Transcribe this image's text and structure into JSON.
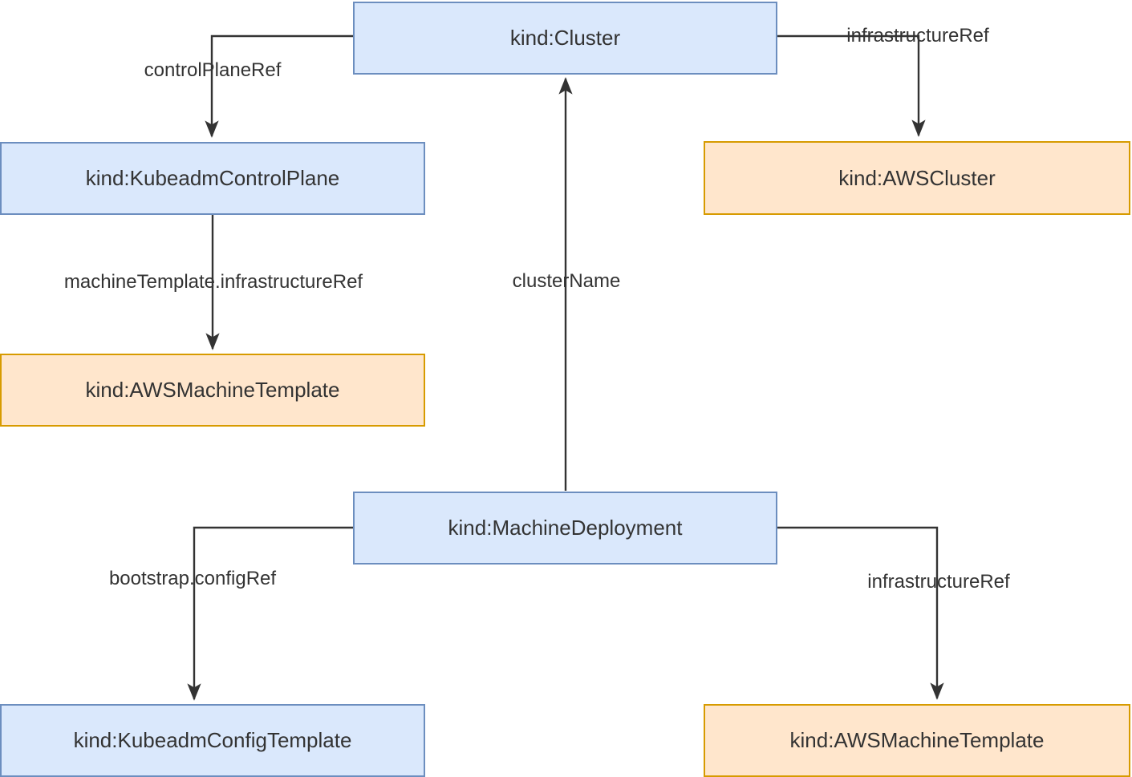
{
  "diagram": {
    "title": "Cluster API resource relationships",
    "background": "#ffffff",
    "palette": {
      "blue_fill": "#dae8fc",
      "blue_stroke": "#6c8ebf",
      "orange_fill": "#ffe6cc",
      "orange_stroke": "#d79b00",
      "edge_stroke": "#333333",
      "text": "#333333"
    },
    "nodes": [
      {
        "id": "cluster",
        "label": "kind:Cluster",
        "color": "blue"
      },
      {
        "id": "kubeadm-control-plane",
        "label": "kind:KubeadmControlPlane",
        "color": "blue"
      },
      {
        "id": "aws-cluster",
        "label": "kind:AWSCluster",
        "color": "orange"
      },
      {
        "id": "aws-machine-template-cp",
        "label": "kind:AWSMachineTemplate",
        "color": "orange"
      },
      {
        "id": "machine-deployment",
        "label": "kind:MachineDeployment",
        "color": "blue"
      },
      {
        "id": "kubeadm-config-template",
        "label": "kind:KubeadmConfigTemplate",
        "color": "blue"
      },
      {
        "id": "aws-machine-template-md",
        "label": "kind:AWSMachineTemplate",
        "color": "orange"
      }
    ],
    "edges": [
      {
        "id": "e-control-plane-ref",
        "from": "cluster",
        "to": "kubeadm-control-plane",
        "label": "controlPlaneRef"
      },
      {
        "id": "e-infrastructure-ref",
        "from": "cluster",
        "to": "aws-cluster",
        "label": "infrastructureRef"
      },
      {
        "id": "e-machine-template",
        "from": "kubeadm-control-plane",
        "to": "aws-machine-template-cp",
        "label": "machineTemplate.infrastructureRef"
      },
      {
        "id": "e-cluster-name",
        "from": "machine-deployment",
        "to": "cluster",
        "label": "clusterName"
      },
      {
        "id": "e-bootstrap-config",
        "from": "machine-deployment",
        "to": "kubeadm-config-template",
        "label": "bootstrap.configRef"
      },
      {
        "id": "e-md-infrastructure",
        "from": "machine-deployment",
        "to": "aws-machine-template-md",
        "label": "infrastructureRef"
      }
    ]
  }
}
